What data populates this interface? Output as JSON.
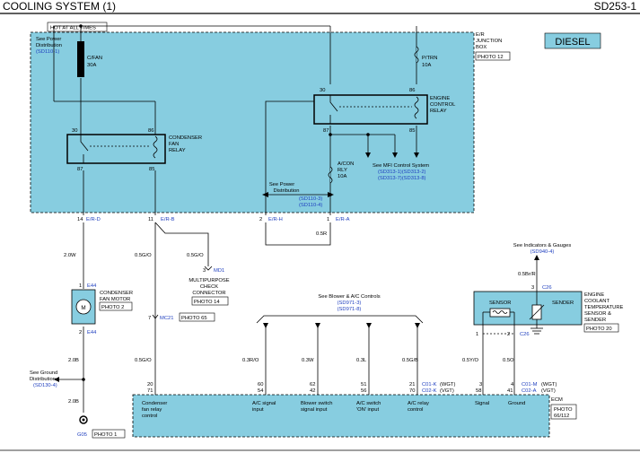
{
  "header": {
    "title": "COOLING SYSTEM (1)",
    "code": "SD253-1"
  },
  "badges": {
    "hot": "HOT AT ALL TIMES",
    "diesel": "DIESEL"
  },
  "junction_box": {
    "line1": "E/R",
    "line2": "JUNCTION",
    "line3": "BOX",
    "photo": "PHOTO 12"
  },
  "power_dist_top": {
    "line1": "See Power",
    "line2": "Distribution",
    "ref": "(SD110-1)"
  },
  "fuse_cfan": {
    "name": "C/FAN",
    "rating": "30A"
  },
  "fuse_ptrn": {
    "name": "P/TRN",
    "rating": "10A"
  },
  "fuse_acon": {
    "name1": "A/CON",
    "name2": "RLY",
    "rating": "10A"
  },
  "cond_relay": {
    "line1": "CONDENSER",
    "line2": "FAN",
    "line3": "RELAY",
    "p30": "30",
    "p86": "86",
    "p87": "87",
    "p85": "85"
  },
  "eng_relay": {
    "line1": "ENGINE",
    "line2": "CONTROL",
    "line3": "RELAY",
    "p30": "30",
    "p86": "86",
    "p87": "87",
    "p85": "85"
  },
  "mfi": {
    "label": "See MFI Control System",
    "ref1": "(SD313-1)(SD313-2)",
    "ref2": "(SD313-7)(SD313-8)"
  },
  "power_dist_mid": {
    "line1": "See Power",
    "line2": "Distribution",
    "ref1": "(SD110-3)",
    "ref2": "(SD110-4)"
  },
  "connectors": {
    "erd_pin": "14",
    "erd_name": "E/R-D",
    "erb_pin": "11",
    "erb_name": "E/R-B",
    "erh_pin": "2",
    "erh_name": "E/R-H",
    "era_pin": "1",
    "era_name": "E/R-A"
  },
  "wires": {
    "w1": "2.0W",
    "w2": "0.5G/O",
    "w3": "0.5G/O",
    "w4": "0.5R",
    "w5": "2.0B",
    "w6": "2.0B",
    "w7": "0.5G/O",
    "w8": "0.3R/O",
    "w9": "0.3W",
    "w10": "0.3L",
    "w11": "0.5G/B",
    "w12": "0.5Br/R",
    "w13": "0.5Y/O",
    "w14": "0.5O"
  },
  "fan_motor": {
    "pin1": "1",
    "conn1": "E44",
    "pin2": "2",
    "conn2": "E44",
    "line1": "CONDENSER",
    "line2": "FAN MOTOR",
    "photo": "PHOTO 2",
    "symbol": "M"
  },
  "check_conn": {
    "pin": "3",
    "conn": "MD1",
    "line1": "MULTIPURPOSE",
    "line2": "CHECK",
    "line3": "CONNECTOR",
    "photo": "PHOTO 14"
  },
  "mc21": {
    "pin": "7",
    "conn": "MC21",
    "photo": "PHOTO 65"
  },
  "ground_dist": {
    "line1": "See Ground",
    "line2": "Distribution",
    "ref": "(SD130-4)"
  },
  "ground": {
    "name": "G05",
    "photo": "PHOTO 1"
  },
  "blower": {
    "label": "See Blower & A/C Controls",
    "ref1": "(SD971-3)",
    "ref2": "(SD971-8)"
  },
  "indicators": {
    "label": "See Indicators & Gauges",
    "ref": "(SD940-4)"
  },
  "sensor": {
    "pin3": "3",
    "conn_top": "C26",
    "pin1": "1",
    "pin2": "2",
    "conn_bot": "C26",
    "sensor_label": "SENSOR",
    "sender_label": "SENDER",
    "line1": "ENGINE",
    "line2": "COOLANT",
    "line3": "TEMPERATURE",
    "line4": "SENSOR &",
    "line5": "SENDER",
    "photo": "PHOTO 20"
  },
  "ecm": {
    "label": "ECM",
    "photo1": "PHOTO",
    "photo2": "66/112",
    "pin_a1": "20",
    "pin_a2": "71",
    "pin_b1": "60",
    "pin_b2": "54",
    "pin_c1": "62",
    "pin_c2": "42",
    "pin_d1": "51",
    "pin_d2": "56",
    "pin_e1": "21",
    "pin_e2": "70",
    "conn_e1": "C01-K",
    "conn_e2": "C02-K",
    "var_e1": "(WGT)",
    "var_e2": "(VGT)",
    "pin_f1": "3",
    "pin_f2": "58",
    "pin_g1": "4",
    "pin_g2": "41",
    "conn_g1": "C01-M",
    "conn_g2": "C02-A",
    "var_g1": "(WGT)",
    "var_g2": "(VGT)",
    "lbl_a1": "Condenser",
    "lbl_a2": "fan relay",
    "lbl_a3": "control",
    "lbl_b1": "A/C signal",
    "lbl_b2": "input",
    "lbl_c1": "Blower switch",
    "lbl_c2": "signal input",
    "lbl_d1": "A/C switch",
    "lbl_d2": "'ON' input",
    "lbl_e1": "A/C relay",
    "lbl_e2": "control",
    "lbl_f": "Signal",
    "lbl_g": "Ground"
  }
}
